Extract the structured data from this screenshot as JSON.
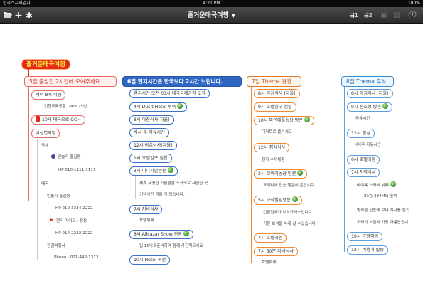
{
  "status_bar": {
    "carrier": "한국스시사업자 ",
    "time": "4:21 PM",
    "battery": "100%"
  },
  "toolbar": {
    "title": "즐거운태국여행",
    "badge_one": "1",
    "badge_two": "2"
  },
  "root_label": "즐거운태국여행",
  "columns": {
    "may": {
      "header": "5일 출발전 2시간에 모여주세요."
    },
    "jun": {
      "header": "6일 현지시간은 한국보다 2시간 느립니다."
    },
    "jul": {
      "header": "7일 Thema 관광"
    },
    "aug": {
      "header": "8일 Thema 휴식"
    }
  },
  "may_items": {
    "n1": "저녁 8시 미팅",
    "n1_leaf": "인천국제공항 Gate 25번",
    "n2": "10시 태국으로 GO~",
    "n3": "비상연락망",
    "domestic": "국내",
    "domestic_name": "인솔자 홍길동",
    "domestic_phone": "HP 010-1111-1111",
    "thai": "태국",
    "thai_name": "인솔자 홍길동",
    "thai_phone": "HP 010-3334-2222",
    "guide": "현지 가이드 : 장동",
    "guide_phone": "HP 010-2222-2222",
    "agency": "한길여행사",
    "agency_phone": "Phone : 021-442-1313"
  },
  "jun_items": {
    "n1": "현지시간 오전 03시 태국국제공항 도착",
    "n2": "4시 Dusit Hotel 투숙",
    "n3": "8시 아침식사(자율)",
    "n4": "식사 후 자유시간",
    "n5": "12시 점심식사(자율)",
    "n6": "1시 호텔입구 집합",
    "n7": "3시 미니시암방문",
    "n7_leaf1": "세계 유명한 기념물을 소규모로 재현한 곳",
    "n7_leaf2": "기념사진 찍을 게 많습니다.",
    "n8": "7시 저녁식사",
    "n8_leaf": "호텔뷔페",
    "n9": "8시 Allcazar Show 관람",
    "n9_leaf": "팁 10바트준비하여 함께 사진찍으세요",
    "n10": "10시 Hotel 귀환"
  },
  "jul_items": {
    "n1": "8시 아침식사 (자율)",
    "n2": "9시 호텔입구 집합",
    "n3": "10시 파인애플농장 방문",
    "n3_leaf": "디저트로 즐기세요",
    "n4": "12시 점심식사",
    "n4_leaf": "현지 수끼체험",
    "n5": "2시 코끼리농장 방문",
    "n5_leaf": "코끼리에 탑승 행운이 온답니다.",
    "n6": "5시 보석빌딩방문",
    "n6_leaf1": "건물전체가 보석거래소입니다",
    "n6_leaf2": "귀한 보석을 써게 살 수있습니다",
    "n7": "7시 호텔귀환",
    "n8": "7시 30분 저녁식사",
    "n8_leaf": "호텔뷔페"
  },
  "aug_items": {
    "n1": "8시 아침식사 (자율)",
    "n2": "9시 산호성 방문",
    "n2_leaf": "자유시간",
    "n3": "12시 점심",
    "n3_leaf": "식사후 자유시간",
    "n4": "6시 호텔귀환",
    "n5": "7시 저녁식사",
    "n5_leaf1": "바이욕 스카이 뷔페",
    "n5_leaf2": "83층 304M의 높이",
    "n5_leaf3": "방콕을 한눈에 보며 식사를 즐기...",
    "n5_leaf4": "저녁의 노을이 가장 아름답습니...",
    "n6": "10시 공항이동",
    "n7": "12시 비행기 탑승"
  },
  "colors": {
    "root_bg": "#e22a19",
    "may": "#e46c66",
    "jun": "#3f6fc6",
    "jul": "#ef8a33",
    "aug": "#5fa0dc"
  }
}
